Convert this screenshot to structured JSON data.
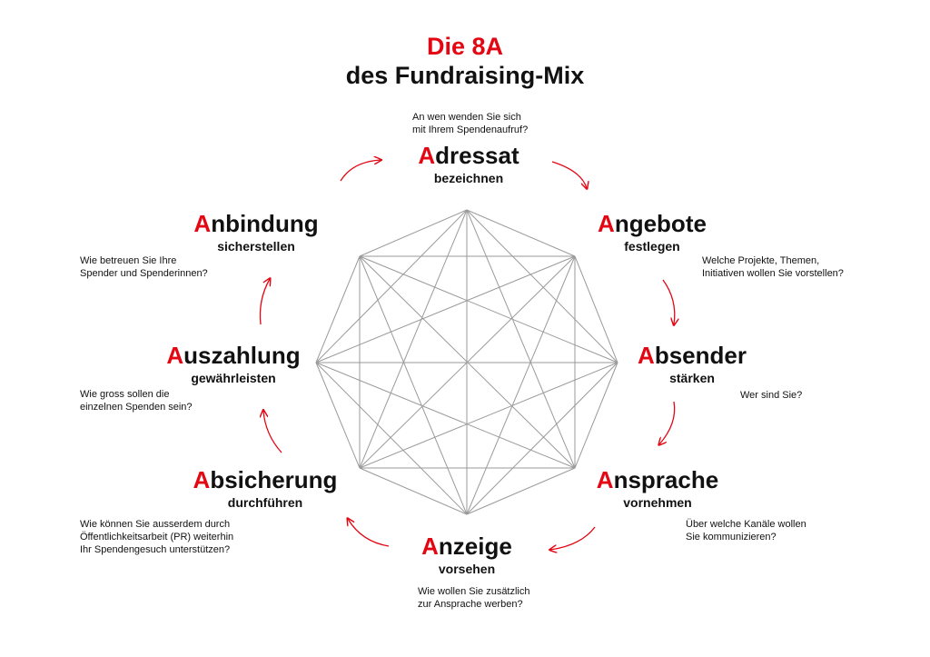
{
  "title": {
    "line1": "Die 8A",
    "line2": "des Fundraising-Mix"
  },
  "colors": {
    "accent": "#e30613",
    "text": "#111111",
    "lines": "#9a9a9a"
  },
  "nodes": [
    {
      "letter": "A",
      "rest": "dressat",
      "sub": "bezeichnen",
      "question": [
        "An wen wenden Sie sich",
        "mit Ihrem Spendenaufruf?"
      ]
    },
    {
      "letter": "A",
      "rest": "ngebote",
      "sub": "festlegen",
      "question": [
        "Welche Projekte, Themen,",
        "Initiativen wollen Sie vorstellen?"
      ]
    },
    {
      "letter": "A",
      "rest": "bsender",
      "sub": "stärken",
      "question": [
        "Wer sind Sie?"
      ]
    },
    {
      "letter": "A",
      "rest": "nsprache",
      "sub": "vornehmen",
      "question": [
        "Über welche Kanäle wollen",
        "Sie kommunizieren?"
      ]
    },
    {
      "letter": "A",
      "rest": "nzeige",
      "sub": "vorsehen",
      "question": [
        "Wie wollen Sie zusätzlich",
        "zur Ansprache werben?"
      ]
    },
    {
      "letter": "A",
      "rest": "bsicherung",
      "sub": "durchführen",
      "question": [
        "Wie können Sie ausserdem durch",
        "Öffentlichkeitsarbeit (PR) weiterhin",
        "Ihr Spendengesuch unterstützen?"
      ]
    },
    {
      "letter": "A",
      "rest": "uszahlung",
      "sub": "gewährleisten",
      "question": [
        "Wie gross sollen die",
        "einzelnen Spenden sein?"
      ]
    },
    {
      "letter": "A",
      "rest": "nbindung",
      "sub": "sicherstellen",
      "question": [
        "Wie betreuen Sie Ihre",
        "Spender und Spenderinnen?"
      ]
    }
  ]
}
